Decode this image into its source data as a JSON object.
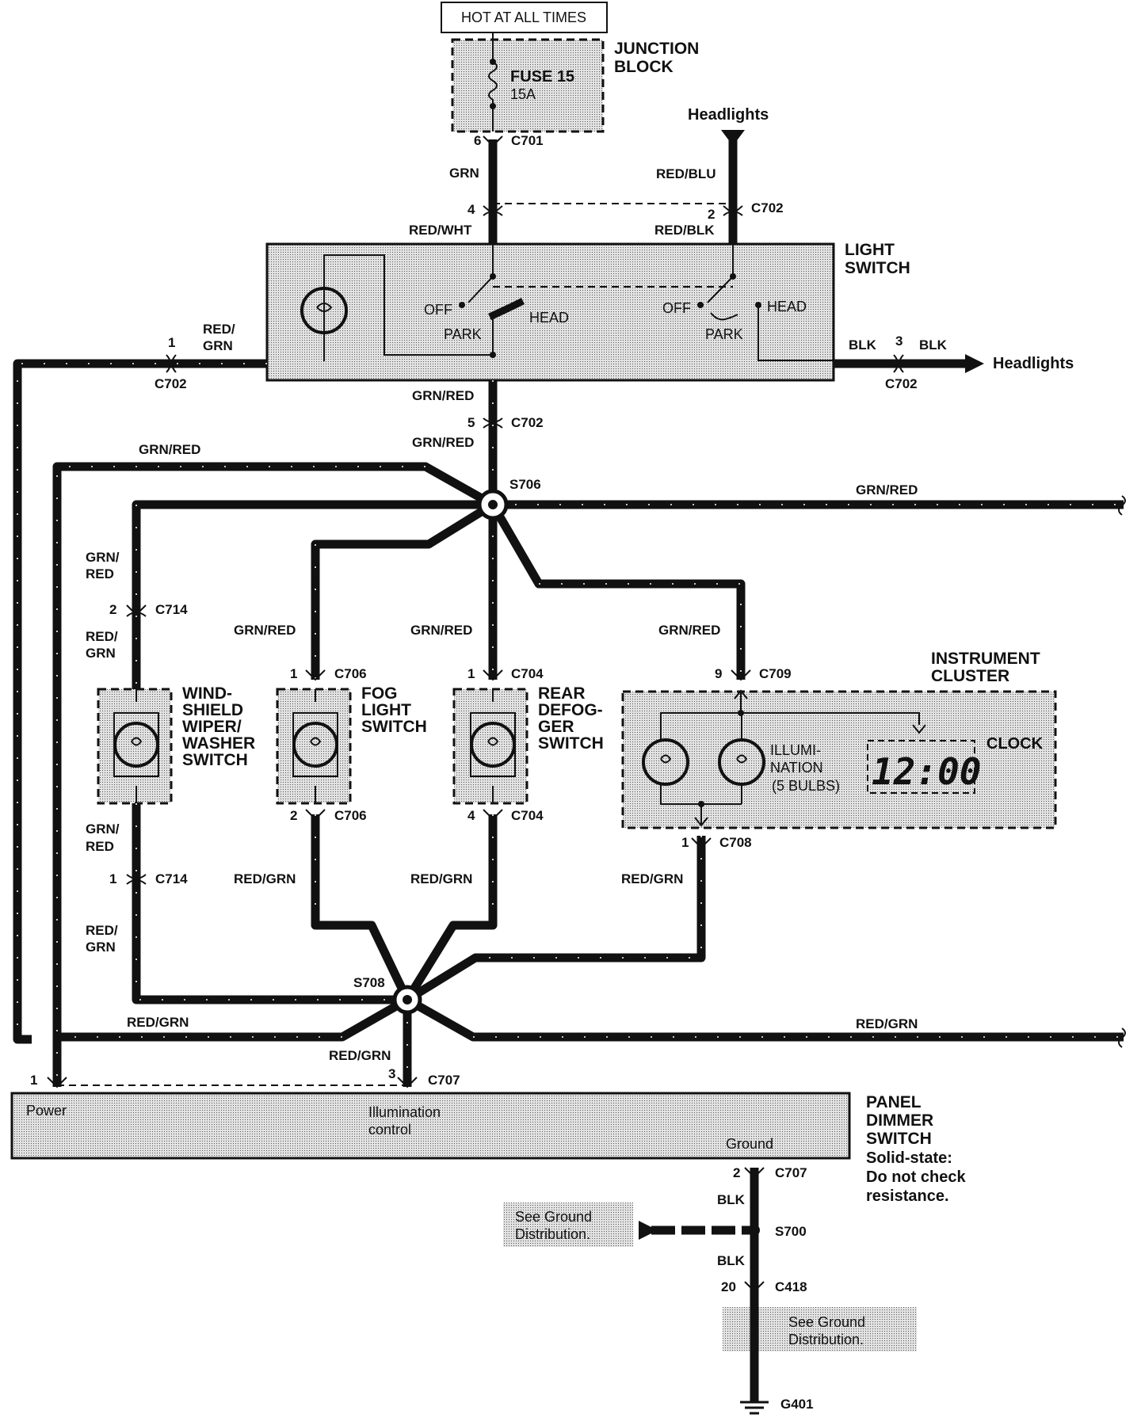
{
  "hot_label": "HOT AT ALL TIMES",
  "junction_block": {
    "title_1": "JUNCTION",
    "title_2": "BLOCK",
    "fuse": "FUSE 15",
    "amps": "15A"
  },
  "light_switch": {
    "title_1": "LIGHT",
    "title_2": "SWITCH",
    "off": "OFF",
    "head": "HEAD",
    "park": "PARK"
  },
  "instrument_cluster": {
    "title_1": "INSTRUMENT",
    "title_2": "CLUSTER",
    "illum_1": "ILLUMI-",
    "illum_2": "NATION",
    "illum_3": "(5 BULBS)",
    "clock_label": "CLOCK",
    "clock_display": "12:00"
  },
  "wiper_switch": [
    "WIND-",
    "SHIELD",
    "WIPER/",
    "WASHER",
    "SWITCH"
  ],
  "fog_switch": [
    "FOG",
    "LIGHT",
    "SWITCH"
  ],
  "defog_switch": [
    "REAR",
    "DEFOG-",
    "GER",
    "SWITCH"
  ],
  "panel_dimmer": {
    "title": [
      "PANEL",
      "DIMMER",
      "SWITCH"
    ],
    "note": [
      "Solid-state:",
      "Do not check",
      "resistance."
    ],
    "power": "Power",
    "illum_1": "Illumination",
    "illum_2": "control",
    "ground": "Ground"
  },
  "headlights": "Headlights",
  "ground_ref": {
    "line_1": "See Ground",
    "line_2": "Distribution."
  },
  "connectors": {
    "c701": "C701",
    "c702": "C702",
    "c704": "C704",
    "c706": "C706",
    "c707": "C707",
    "c708": "C708",
    "c709": "C709",
    "c714": "C714",
    "c418": "C418"
  },
  "splices": {
    "s706": "S706",
    "s708": "S708",
    "s700": "S700"
  },
  "ground_point": "G401",
  "wire_colors": {
    "grn": "GRN",
    "red_wht": "RED/WHT",
    "red_blu": "RED/BLU",
    "red_blk": "RED/BLK",
    "red_grn": "RED/GRN",
    "red_slash": "RED/",
    "grn_slash": "GRN/",
    "red": "RED",
    "blk": "BLK",
    "grn_red": "GRN/RED"
  },
  "pins": {
    "p1": "1",
    "p2": "2",
    "p3": "3",
    "p4": "4",
    "p5": "5",
    "p6": "6",
    "p9": "9",
    "p20": "20"
  }
}
